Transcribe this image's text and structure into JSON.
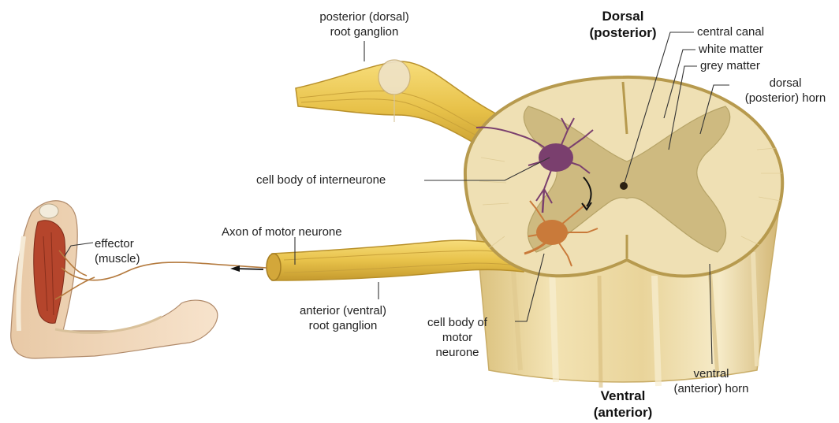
{
  "labels": {
    "dorsal_root_ganglion": [
      "posterior (dorsal)",
      "root ganglion"
    ],
    "dorsal": [
      "Dorsal",
      "(posterior)"
    ],
    "central_canal": "central canal",
    "white_matter": "white matter",
    "grey_matter": "grey matter",
    "dorsal_horn": [
      "dorsal",
      "(posterior) horn"
    ],
    "interneurone": "cell body of interneurone",
    "axon_motor": "Axon of motor neurone",
    "effector": [
      "effector",
      "(muscle)"
    ],
    "ventral_root_ganglion": [
      "anterior (ventral)",
      "root ganglion"
    ],
    "motor_cell_body": [
      "cell body of",
      "motor",
      "neurone"
    ],
    "ventral_horn": [
      "ventral",
      "(anterior) horn"
    ],
    "ventral": [
      "Ventral",
      "(anterior)"
    ]
  },
  "colors": {
    "nerve": "#e8c24a",
    "nerve_dark": "#b8902a",
    "white_matter": "#efe0b4",
    "grey_matter": "#cdb97e",
    "cord_edge": "#b79a4e",
    "interneurone": "#7a3f6e",
    "motor_neurone": "#c97a3a",
    "muscle": "#b5452c",
    "skin": "#f2d8bc",
    "leader": "#333333"
  }
}
